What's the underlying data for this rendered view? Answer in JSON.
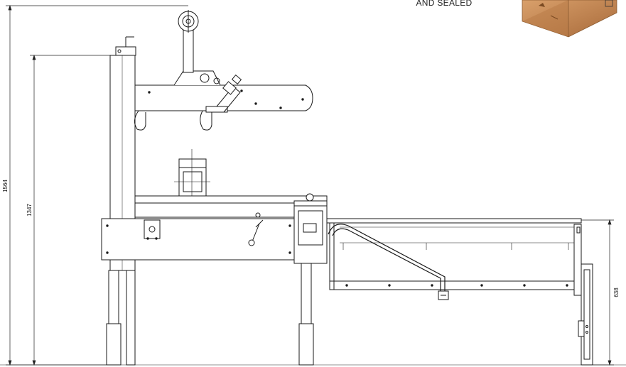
{
  "caption": "AND SEALED",
  "dimensions": {
    "overall_height": "1564",
    "column_height": "1347",
    "conveyor_height": "638"
  },
  "colors": {
    "line": "#1a1a1a",
    "box_light": "#c98d57",
    "box_dark": "#a86a3a",
    "box_top": "#d9a06b"
  },
  "icons": [
    "carton-box-icon",
    "handwheel-icon",
    "motor-icon",
    "control-panel-icon",
    "tape-roll-icon"
  ]
}
